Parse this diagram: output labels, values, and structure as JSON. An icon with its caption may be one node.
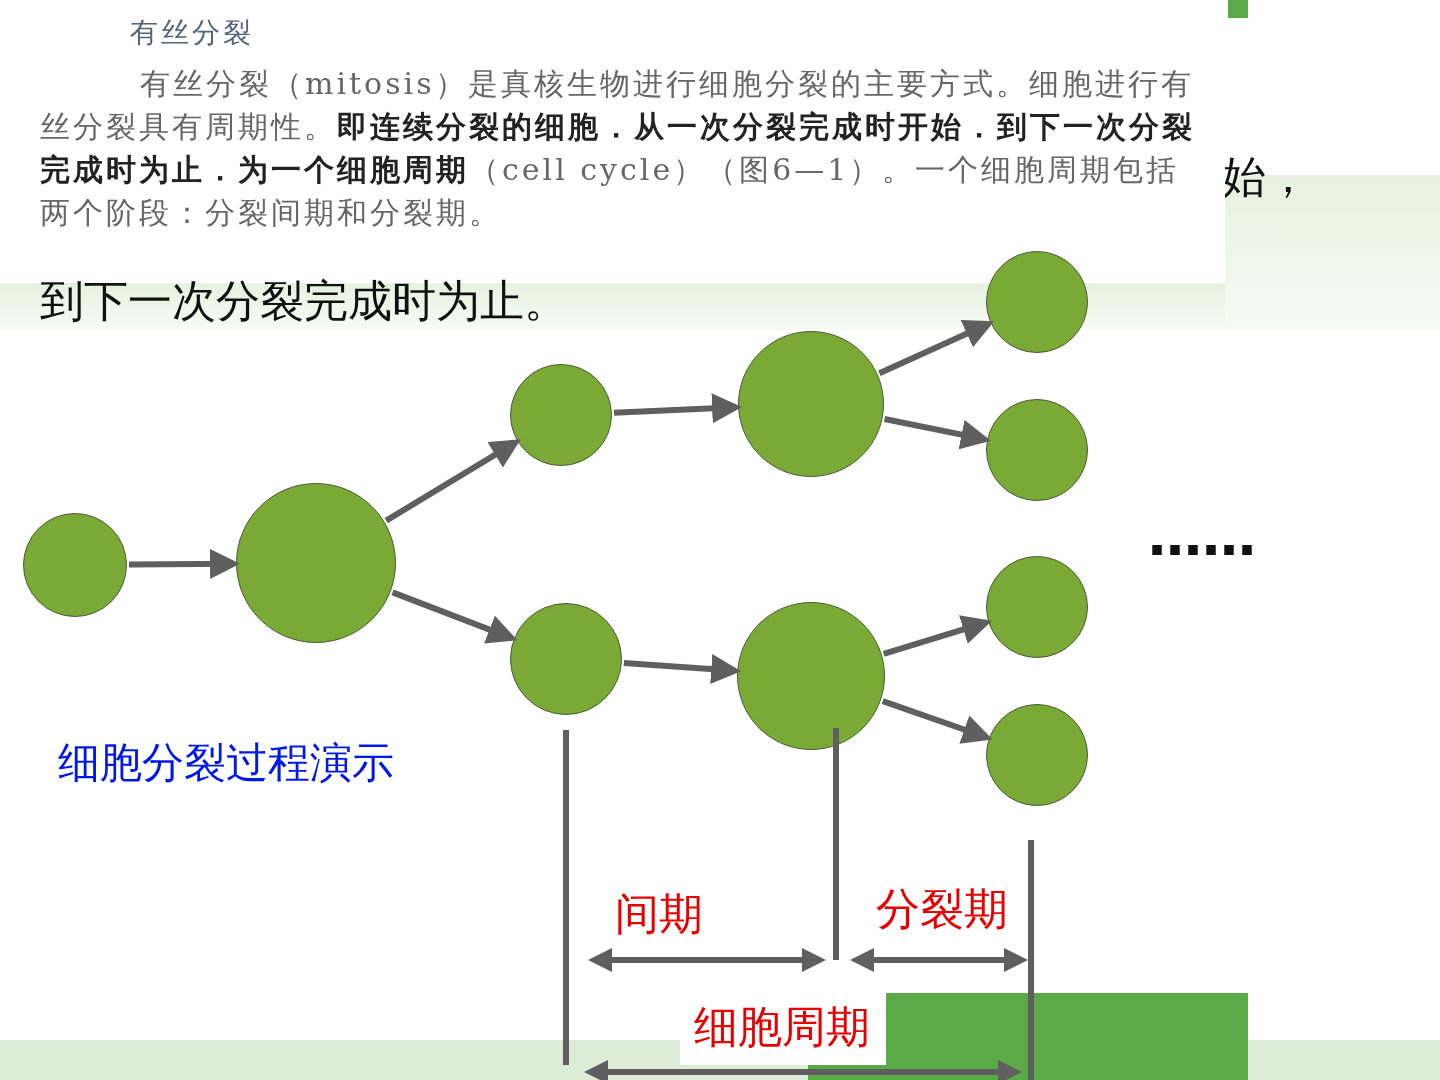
{
  "diagram": {
    "nodes": [
      {
        "text": [],
        "shape": "circle"
      },
      {
        "text": [],
        "shape": "circle"
      },
      {
        "text": [],
        "shape": "circle"
      },
      {
        "text": [],
        "shape": "circle"
      },
      {
        "text": [],
        "shape": "circle"
      },
      {
        "text": [],
        "shape": "circle"
      },
      {
        "text": [],
        "shape": "circle"
      },
      {
        "text": [],
        "shape": "circle"
      },
      {
        "text": [],
        "shape": "circle"
      },
      {
        "text": [],
        "shape": "circle"
      }
    ],
    "edges": [
      {
        "from": 0,
        "to": 1,
        "arrow": "to"
      },
      {
        "from": 1,
        "to": 2,
        "arrow": "to"
      },
      {
        "from": 1,
        "to": 3,
        "arrow": "to"
      },
      {
        "from": 2,
        "to": 4,
        "arrow": "to"
      },
      {
        "from": 3,
        "to": 5,
        "arrow": "to"
      },
      {
        "from": 4,
        "to": 6,
        "arrow": "to"
      },
      {
        "from": 4,
        "to": 7,
        "arrow": "to"
      },
      {
        "from": 5,
        "to": 8,
        "arrow": "to"
      },
      {
        "from": 5,
        "to": 9,
        "arrow": "to"
      }
    ],
    "labels": [
      "有丝分裂",
      "有丝分裂（mitosis）是真核生物进行细胞分裂的主要方式。细胞进行有丝分裂具有周期性。**即连续分裂的细胞．从一次分裂完成时开始．到下一次分裂完成时为止．为一个细胞周期**（cell cycle）（图6—1）。一个细胞周期包括两个阶段：分裂间期和分裂期。",
      "始，",
      "到下一次分裂完成时为止。",
      "……",
      "细胞分裂过程演示",
      "间期",
      "分裂期",
      "细胞周期"
    ]
  }
}
